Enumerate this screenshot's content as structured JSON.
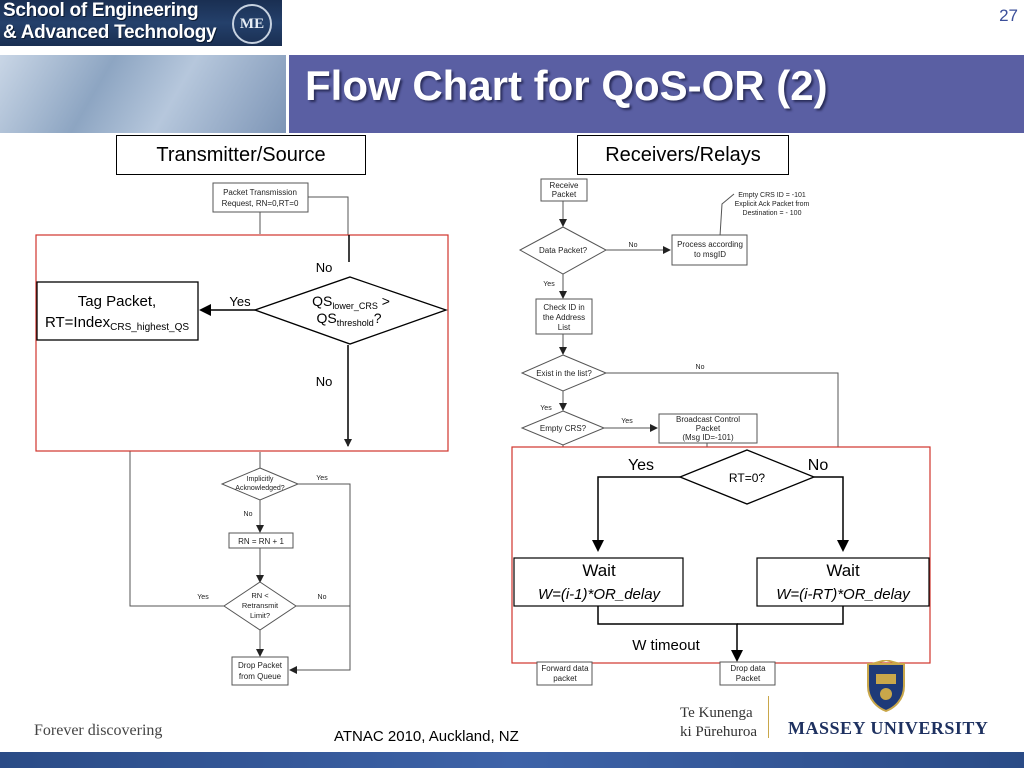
{
  "header": {
    "logo_line1": "School of Engineering",
    "logo_line2": "& Advanced Technology",
    "logo_seal_text": "ME",
    "slide_number": "27"
  },
  "title": "Flow Chart for QoS-OR (2)",
  "left_section": {
    "label": "Transmitter/Source",
    "nodes": {
      "packet_request_line1": "Packet Transmission",
      "packet_request_line2": "Request, RN=0,RT=0",
      "tag_packet_line1": "Tag Packet,",
      "tag_packet_line2": "RT=Index",
      "tag_packet_sub": "CRS_highest_QS",
      "qs_line1_main": "QS",
      "qs_line1_sub": "lower_CRS",
      "qs_line1_end": " >",
      "qs_line2_main": "QS",
      "qs_line2_sub": "threshold",
      "qs_line2_end": "?",
      "implicitly_line1": "Implicitly",
      "implicitly_line2": "Acknowledged?",
      "rn_increment": "RN = RN + 1",
      "rn_check_line1": "RN <",
      "rn_check_line2": "Retransmit",
      "rn_check_line3": "Limit?",
      "drop_line1": "Drop Packet",
      "drop_line2": "from Queue"
    },
    "edges": {
      "yes_tag": "Yes",
      "no_top": "No",
      "no_bottom": "No",
      "yes_implicit": "Yes",
      "no_implicit": "No",
      "yes_rn": "Yes",
      "no_rn": "No"
    }
  },
  "right_section": {
    "label": "Receivers/Relays",
    "nodes": {
      "receive_line1": "Receive",
      "receive_line2": "Packet",
      "note_line1": "Empty CRS ID = -101",
      "note_line2": "Explicit Ack Packet from",
      "note_line3": "Destination = - 100",
      "data_packet": "Data Packet?",
      "process_line1": "Process according",
      "process_line2": "to msgID",
      "check_line1": "Check ID in",
      "check_line2": "the Address",
      "check_line3": "List",
      "exist": "Exist in the list?",
      "empty_crs": "Empty CRS?",
      "broadcast_line1": "Broadcast Control",
      "broadcast_line2": "Packet",
      "broadcast_line3": "(Msg ID=-101)",
      "rt_check": "RT=0?",
      "wait_left": "Wait",
      "wait_left_formula": "W=(i-1)*OR_delay",
      "wait_right": "Wait",
      "wait_right_formula": "W=(i-RT)*OR_delay",
      "w_timeout": "W timeout",
      "forward_line1": "Forward data",
      "forward_line2": "packet",
      "drop_line1": "Drop data",
      "drop_line2": "Packet"
    },
    "edges": {
      "no_data": "No",
      "yes_data": "Yes",
      "no_exist": "No",
      "yes_exist": "Yes",
      "yes_empty": "Yes",
      "yes_rt": "Yes",
      "no_rt": "No"
    }
  },
  "footer": {
    "left": "Forever discovering",
    "center": "ATNAC 2010, Auckland, NZ",
    "te_line1": "Te Kunenga",
    "te_line2": "ki Pūrehuroa",
    "massey": "MASSEY UNIVERSITY"
  },
  "colors": {
    "title_bar": "#5a5fa3",
    "highlight_box": "#d0342c",
    "bottom_bar": "#2a4b86"
  }
}
